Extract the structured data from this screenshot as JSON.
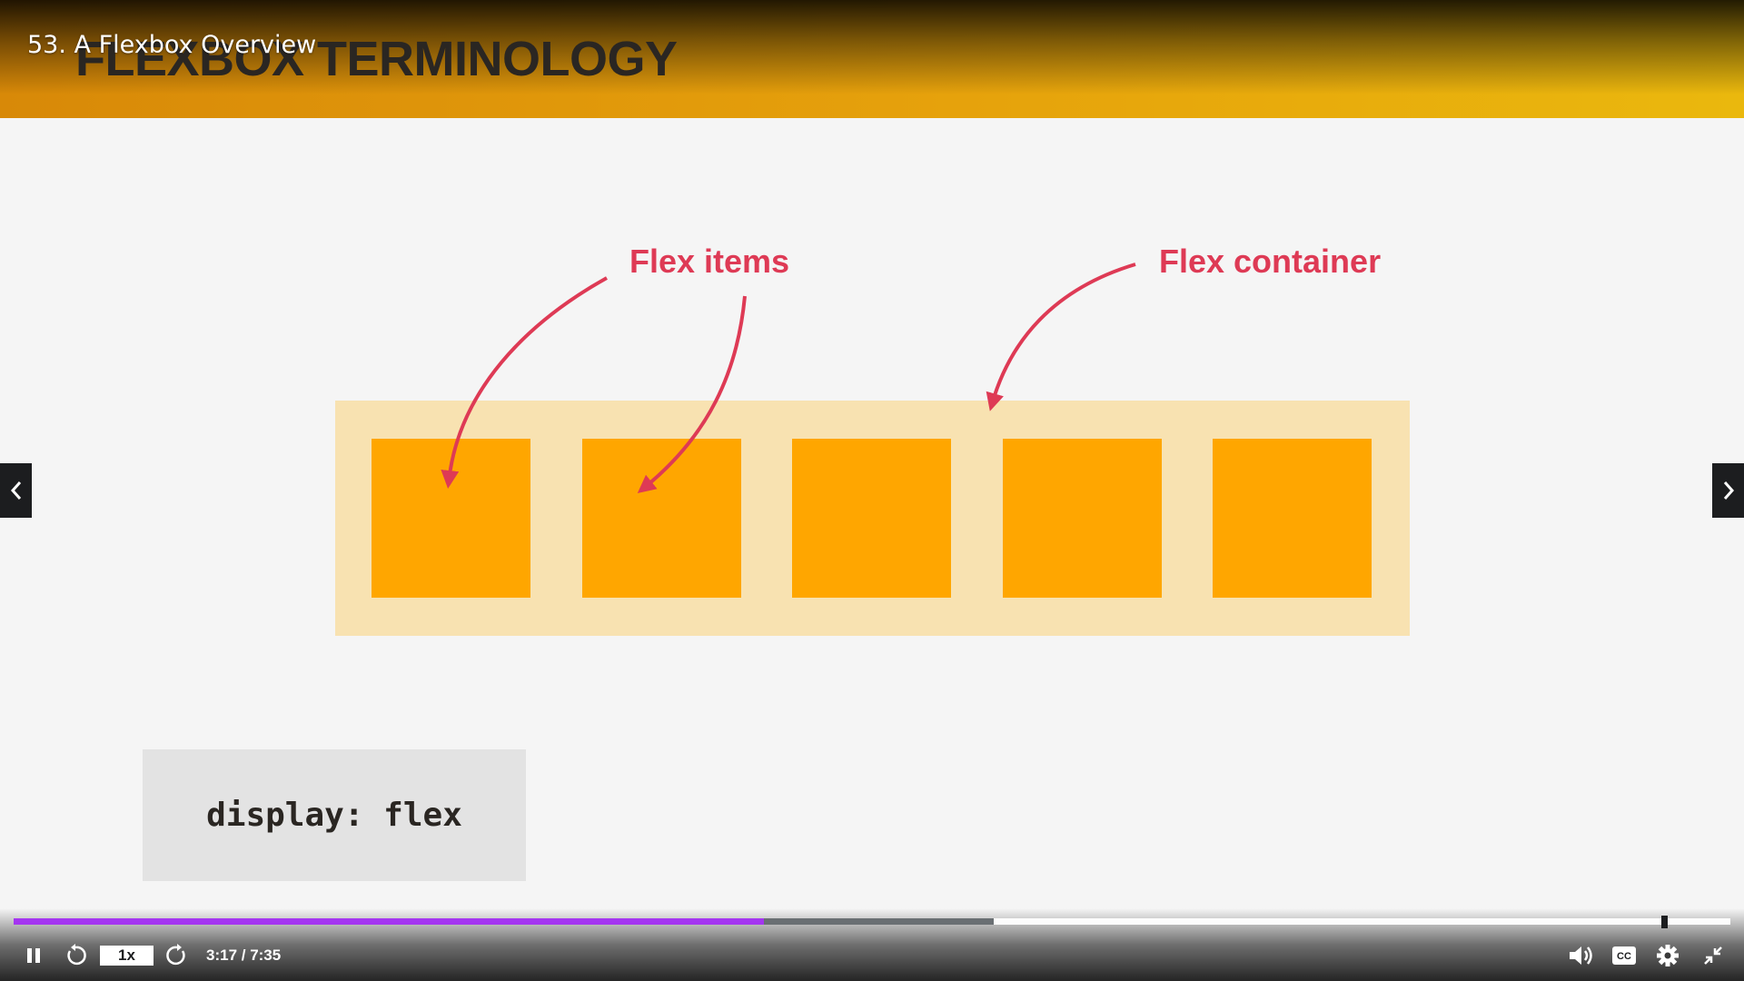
{
  "player": {
    "lecture_title": "53. A Flexbox Overview",
    "elapsed": "3:17",
    "duration": "7:35",
    "time_display": "3:17 / 7:35",
    "speed_label": "1x",
    "progress_fraction": 0.437,
    "buffered_fraction": 0.571,
    "accent_color": "#a435f0",
    "icons": [
      "pause-icon",
      "rewind-icon",
      "forward-icon",
      "volume-icon",
      "captions-icon",
      "settings-icon",
      "exit-fullscreen-icon",
      "chevron-left-icon",
      "chevron-right-icon"
    ]
  },
  "slide": {
    "heading": "FLEXBOX TERMINOLOGY",
    "annotations": {
      "flex_items": "Flex items",
      "flex_container": "Flex container"
    },
    "code": "display: flex",
    "item_count": 5,
    "colors": {
      "item": "#ffa600",
      "container": "#f8e2b1",
      "annotation": "#de3a55"
    }
  }
}
